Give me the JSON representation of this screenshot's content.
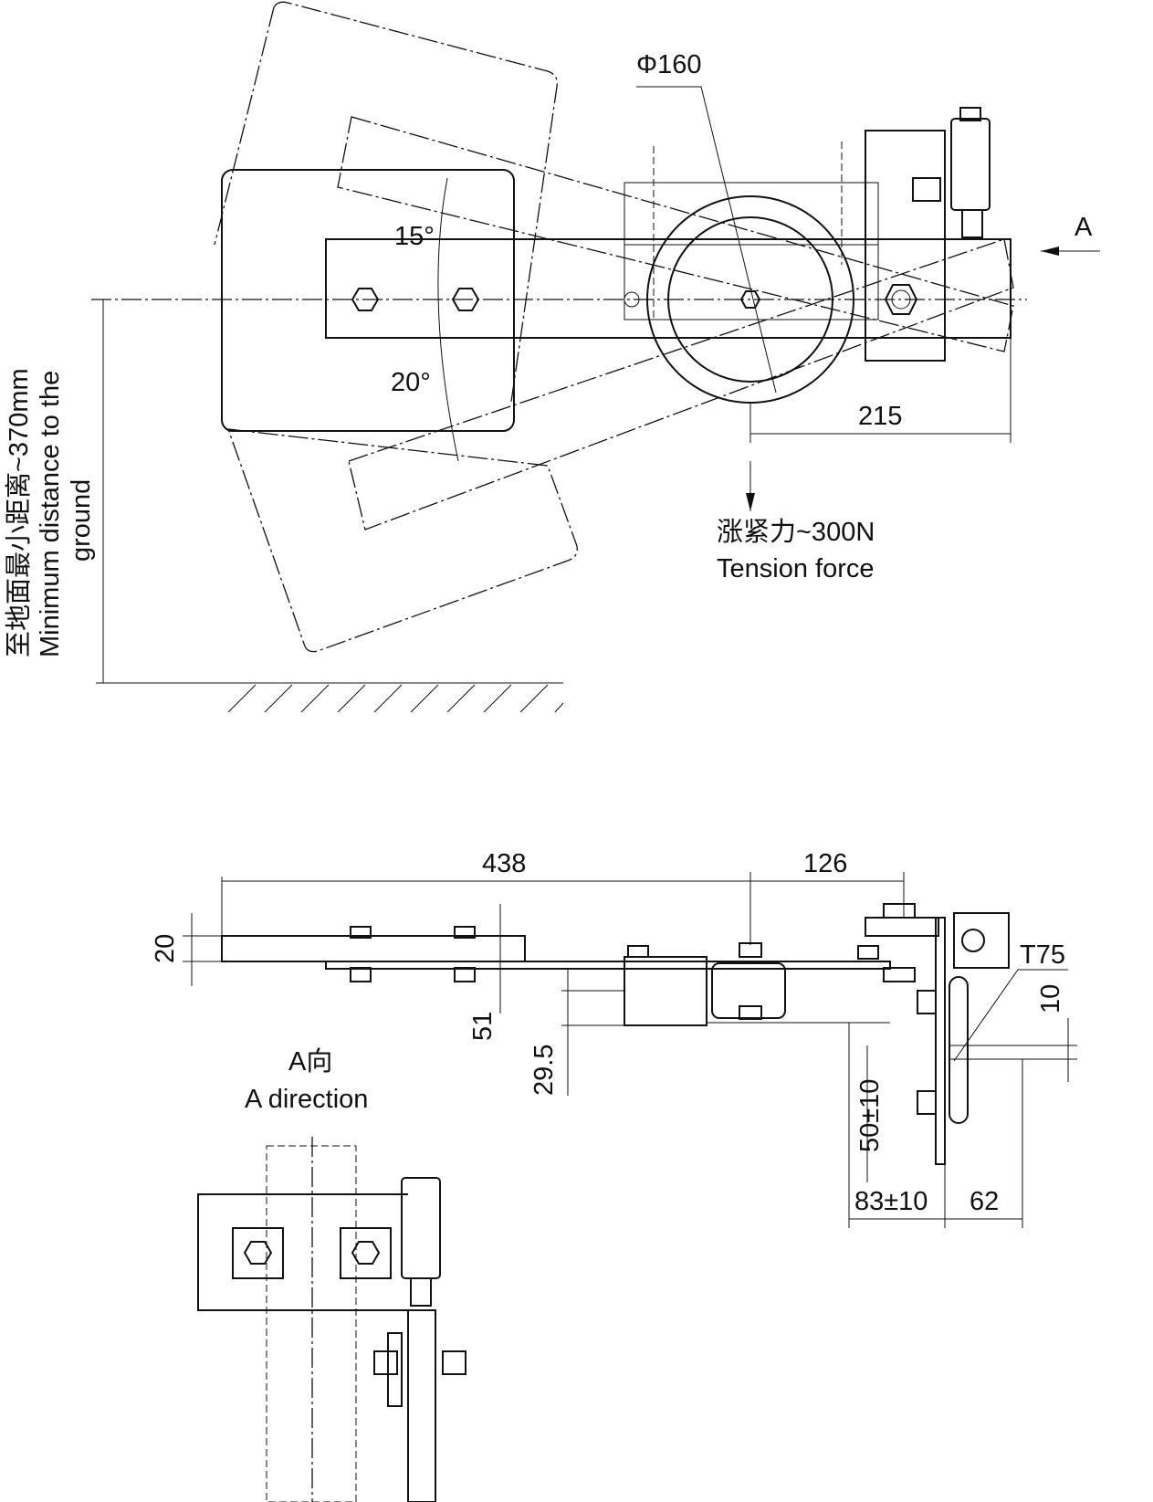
{
  "top_view": {
    "pulley_diameter": "Φ160",
    "view_arrow": "A",
    "angle_up": "15°",
    "angle_down": "20°",
    "dim_215": "215",
    "tension_cn": "涨紧力~300N",
    "tension_en": "Tension force",
    "ground_cn": "至地面最小距离~370mm",
    "ground_en_1": "Minimum distance to the",
    "ground_en_2": "ground"
  },
  "side_view": {
    "dim_438": "438",
    "dim_126": "126",
    "dim_20": "20",
    "dim_51": "51",
    "dim_29_5": "29.5",
    "rail": "T75",
    "dim_10": "10",
    "dim_50": "50±10",
    "dim_83": "83±10",
    "dim_62": "62"
  },
  "a_view": {
    "title_cn": "A向",
    "title_en": "A direction"
  }
}
